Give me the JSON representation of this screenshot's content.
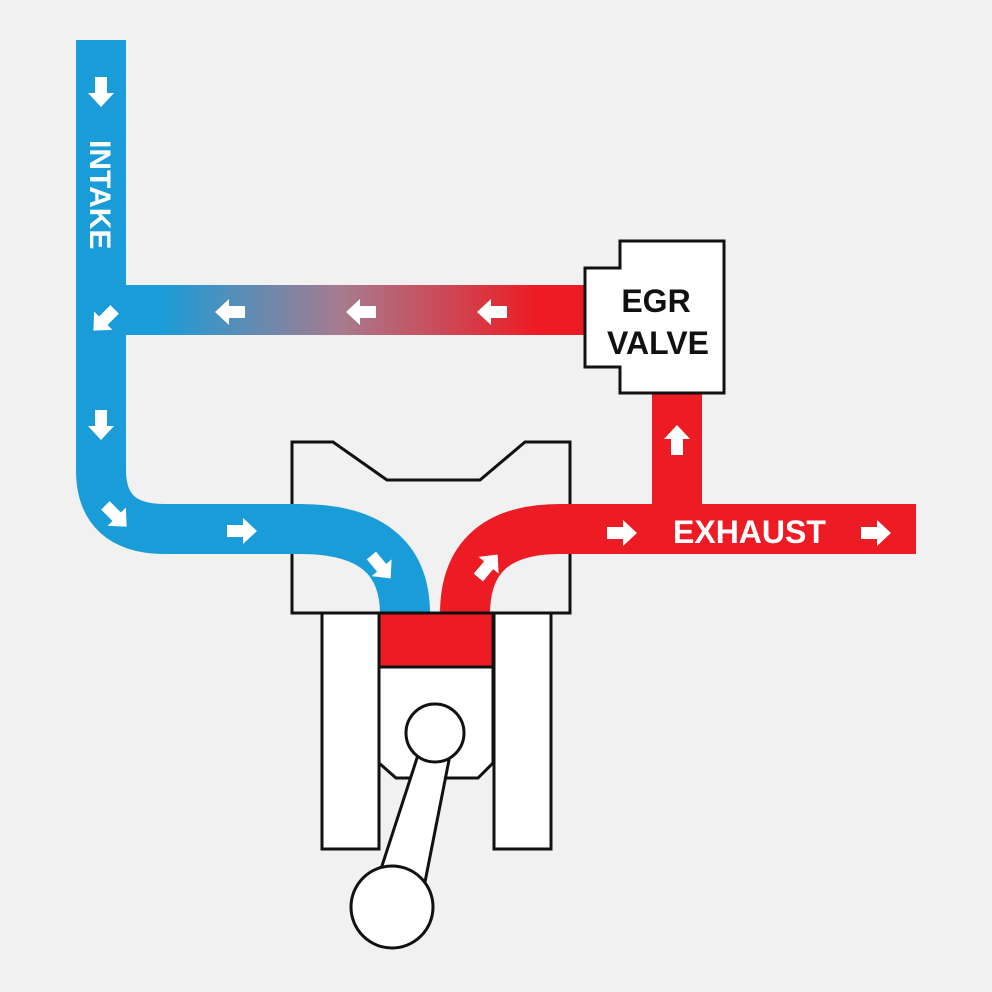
{
  "title": "EGR system flow diagram",
  "labels": {
    "intake": "INTAKE",
    "exhaust": "EXHAUST",
    "egr_line1": "EGR",
    "egr_line2": "VALVE"
  },
  "colors": {
    "background": "#f1f1f1",
    "intake": "#1a9cd8",
    "exhaust": "#ed1c24",
    "outline": "#111111",
    "part_fill": "#ffffff"
  }
}
